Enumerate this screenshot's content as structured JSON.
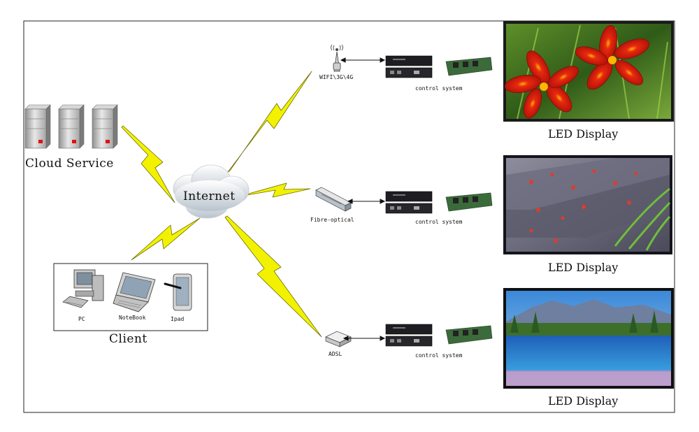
{
  "nodes": {
    "cloud_service": "Cloud Service",
    "internet": "Internet",
    "client": "Client",
    "pc": "PC",
    "notebook": "NoteBook",
    "ipad": "Ipad",
    "wifi": "WIFI\\3G\\4G",
    "fibre": "Fibre-optical",
    "adsl": "ADSL",
    "control_system": "control system",
    "led_display": "LED Display"
  },
  "colors": {
    "lightning": "#f2f200",
    "lightning_outline": "#6b6b00",
    "server_red": "#e01010",
    "control_box": "#1e1e22",
    "pcb_green": "#3b6b3a"
  }
}
